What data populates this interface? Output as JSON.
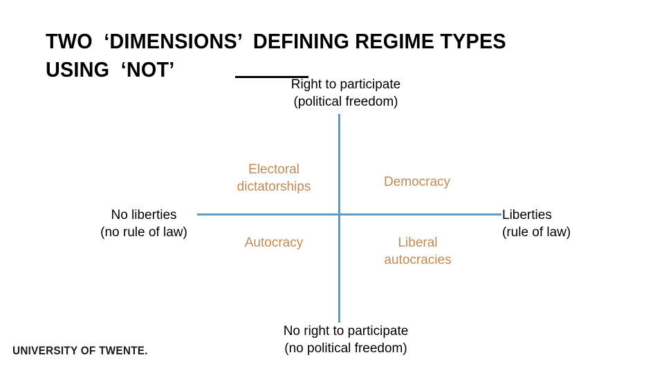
{
  "slide": {
    "title": "TWO  ‘DIMENSIONS’  DEFINING REGIME TYPES USING  ‘NOT’",
    "background_color": "#ffffff"
  },
  "diagram": {
    "type": "two-by-two-matrix",
    "axis_color": "#5b9bc4",
    "axes": {
      "vertical": {
        "top_label": "Right to participate\n(political freedom)",
        "bottom_label": "No right to participate\n(no political freedom)"
      },
      "horizontal": {
        "left_label": "No liberties\n(no rule of law)",
        "right_label": "Liberties\n(rule of law)"
      }
    },
    "quadrant_color": "#c58a53",
    "quadrants": [
      {
        "position": "top-left",
        "label": "Electoral\ndictatorships"
      },
      {
        "position": "top-right",
        "label": "Democracy"
      },
      {
        "position": "bottom-left",
        "label": "Autocracy"
      },
      {
        "position": "bottom-right",
        "label": "Liberal\nautocracies"
      }
    ]
  },
  "footer": {
    "logo_text": "UNIVERSITY OF TWENTE."
  }
}
